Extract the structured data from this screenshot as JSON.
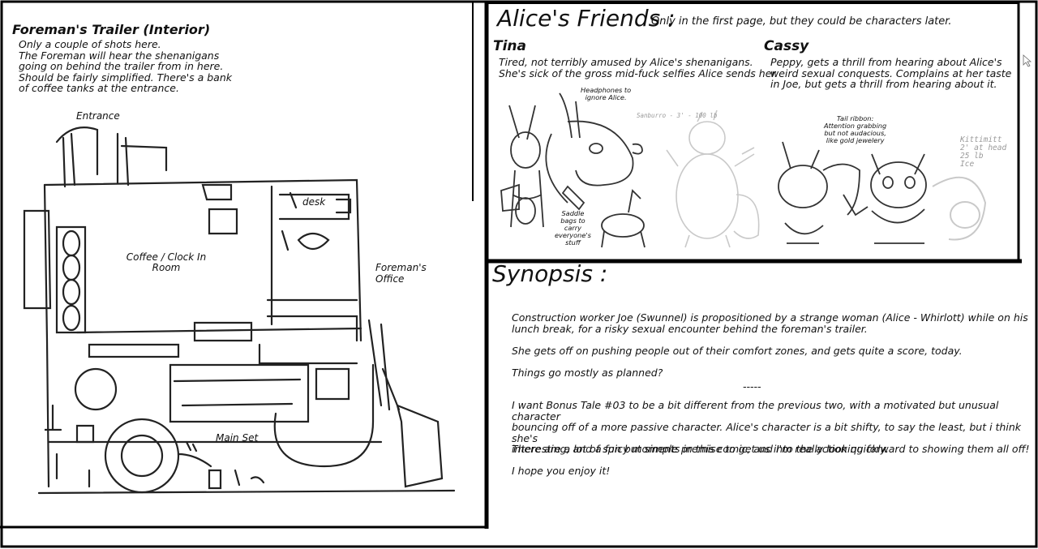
{
  "trailer": {
    "title": "Foreman's Trailer (Interior)",
    "description": "Only a couple of shots here.\nThe Foreman will hear the shenanigans\ngoing on behind the trailer from in here.\nShould be fairly simplified. There's a bank\nof coffee tanks at the entrance.",
    "labels": {
      "entrance": "Entrance",
      "desk": "desk",
      "coffee_room": "Coffee / Clock In\nRoom",
      "office": "Foreman's\nOffice",
      "main_set": "Main Set"
    }
  },
  "friends": {
    "title": "Alice's Friends :",
    "subtitle": "Only in the first page, but they could be characters later.",
    "tina": {
      "name": "Tina",
      "desc": "Tired, not terribly amused by Alice's shenanigans.\nShe's sick of the gross mid-fuck selfies Alice sends her.",
      "note_headphones": "Headphones to\nignore Alice.",
      "note_saddle": "Saddle\nbags to\ncarry\neveryone's\nstuff",
      "ref_text": "Sanburro - 3' - 100 lb"
    },
    "cassy": {
      "name": "Cassy",
      "desc": "Peppy, gets a thrill from hearing about Alice's\nweird sexual conquests. Complains at her taste\nin Joe, but gets a thrill from hearing about it.",
      "note_ribbon": "Tail ribbon:\nAttention grabbing\nbut not audacious,\nlike gold jewelery",
      "ref_text": "Kittimitt\n2' at head\n25 lb\nIce"
    }
  },
  "synopsis": {
    "title": "Synopsis :",
    "p1": "Construction worker Joe (Swunnel) is propositioned by a strange woman (Alice - Whirlott) while on his\nlunch break, for a risky sexual encounter behind the foreman's trailer.",
    "p2": "She gets off on pushing people out of their comfort zones, and gets quite a score, today.",
    "p3": "Things go mostly as planned?",
    "divider": "-----",
    "p4": "I want Bonus Tale #03 to be a bit different from the previous two, with a motivated but unusual character\nbouncing off of a more passive character. Alice's character is a bit shifty, to say the least, but i think she's\ninteresting, and a fun but simple premise to get us into the action quickly.",
    "p5": "There are a lot of spicy moments in this comic, and I'm really looking forward to showing them all off!",
    "p6": "I hope you enjoy it!"
  }
}
